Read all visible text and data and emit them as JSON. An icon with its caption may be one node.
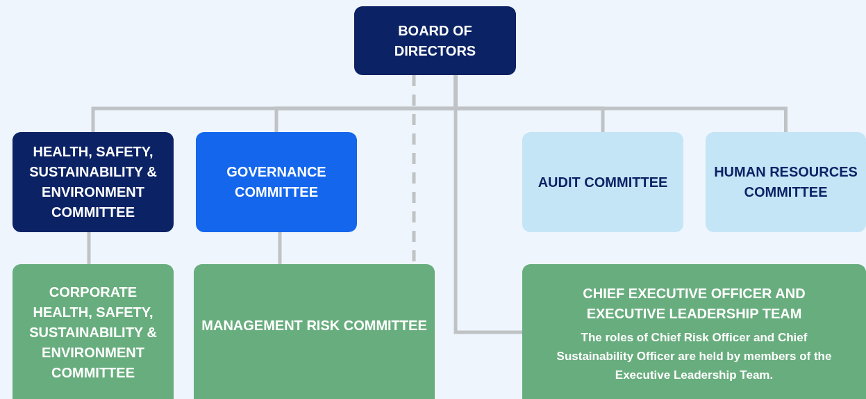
{
  "diagram": {
    "nodes": [
      {
        "text": [
          "BOARD OF DIRECTORS"
        ]
      },
      {
        "text": [
          "HEALTH, SAFETY, SUSTAINABILITY & ENVIRONMENT COMMITTEE"
        ]
      },
      {
        "text": [
          "GOVERNANCE COMMITTEE"
        ]
      },
      {
        "text": [
          "AUDIT COMMITTEE"
        ]
      },
      {
        "text": [
          "HUMAN RESOURCES COMMITTEE"
        ]
      },
      {
        "text": [
          "CORPORATE HEALTH, SAFETY, SUSTAINABILITY & ENVIRONMENT COMMITTEE"
        ]
      },
      {
        "text": [
          "MANAGEMENT RISK COMMITTEE"
        ]
      },
      {
        "text": [
          "CHIEF EXECUTIVE OFFICER AND EXECUTIVE LEADERSHIP TEAM",
          "The roles of Chief Risk Officer and Chief Sustainability Officer are held by members of the Executive Leadership Team."
        ]
      }
    ],
    "edges": [
      {
        "from": 0,
        "to": 1,
        "arrow": "none"
      },
      {
        "from": 0,
        "to": 2,
        "arrow": "none"
      },
      {
        "from": 0,
        "to": 3,
        "arrow": "none"
      },
      {
        "from": 0,
        "to": 4,
        "arrow": "none"
      },
      {
        "from": 0,
        "to": 6,
        "arrow": "none",
        "style": "dashed"
      },
      {
        "from": 0,
        "to": 7,
        "arrow": "none"
      },
      {
        "from": 1,
        "to": 5,
        "arrow": "none"
      },
      {
        "from": 2,
        "to": 6,
        "arrow": "none"
      }
    ]
  }
}
